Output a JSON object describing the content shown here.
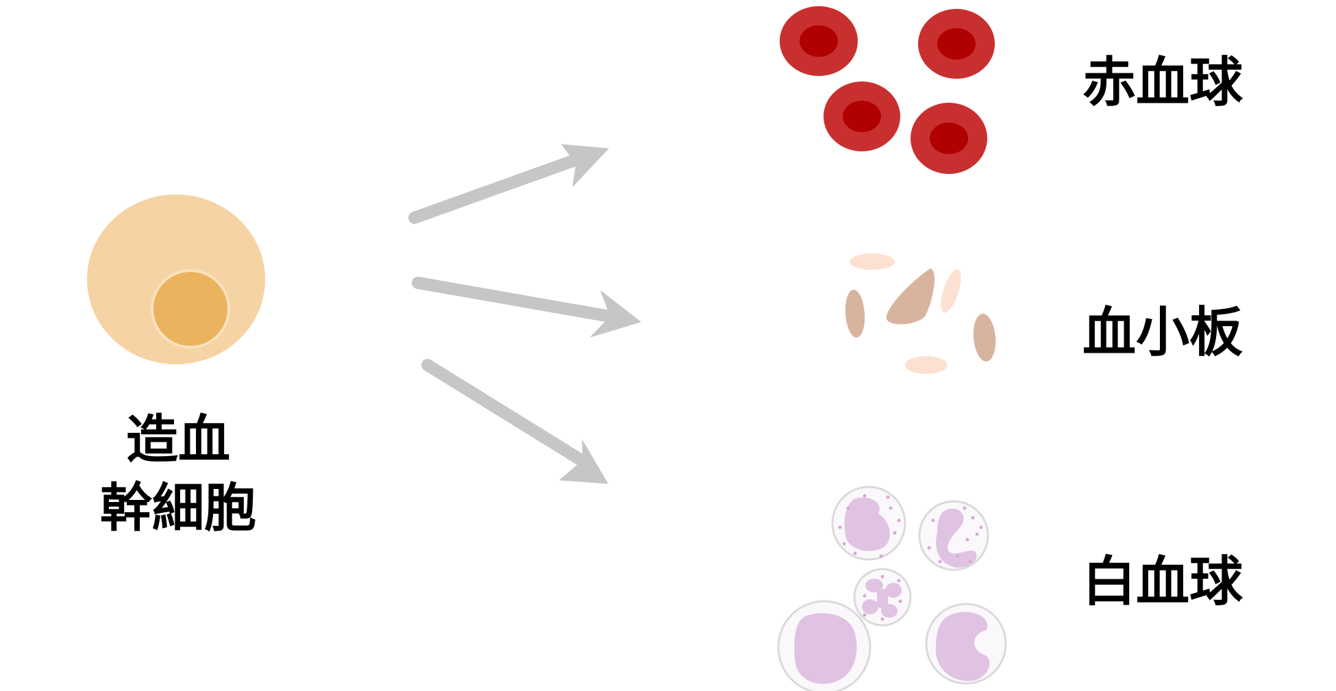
{
  "stem_cell": {
    "label_line1": "造血",
    "label_line2": "幹細胞",
    "colors": {
      "body": "#F5D3A4",
      "nucleus": "#ECB35E",
      "nucleus_rim": "#F8E2BE"
    }
  },
  "outputs": [
    {
      "key": "red_blood_cells",
      "label": "赤血球",
      "icon": "red-blood-cells-icon"
    },
    {
      "key": "platelets",
      "label": "血小板",
      "icon": "platelets-icon"
    },
    {
      "key": "white_blood_cells",
      "label": "白血球",
      "icon": "white-blood-cells-icon"
    }
  ],
  "colors": {
    "arrow": "#C6C6C6",
    "rbc_outer": "#C8302F",
    "rbc_inner": "#B00002",
    "platelet_dark": "#D8B49E",
    "platelet_light": "#FCE1D2",
    "wbc_nucleus": "#E0C3E2",
    "wbc_granule": "#D6A9D6",
    "wbc_membrane": "#DADADA"
  }
}
